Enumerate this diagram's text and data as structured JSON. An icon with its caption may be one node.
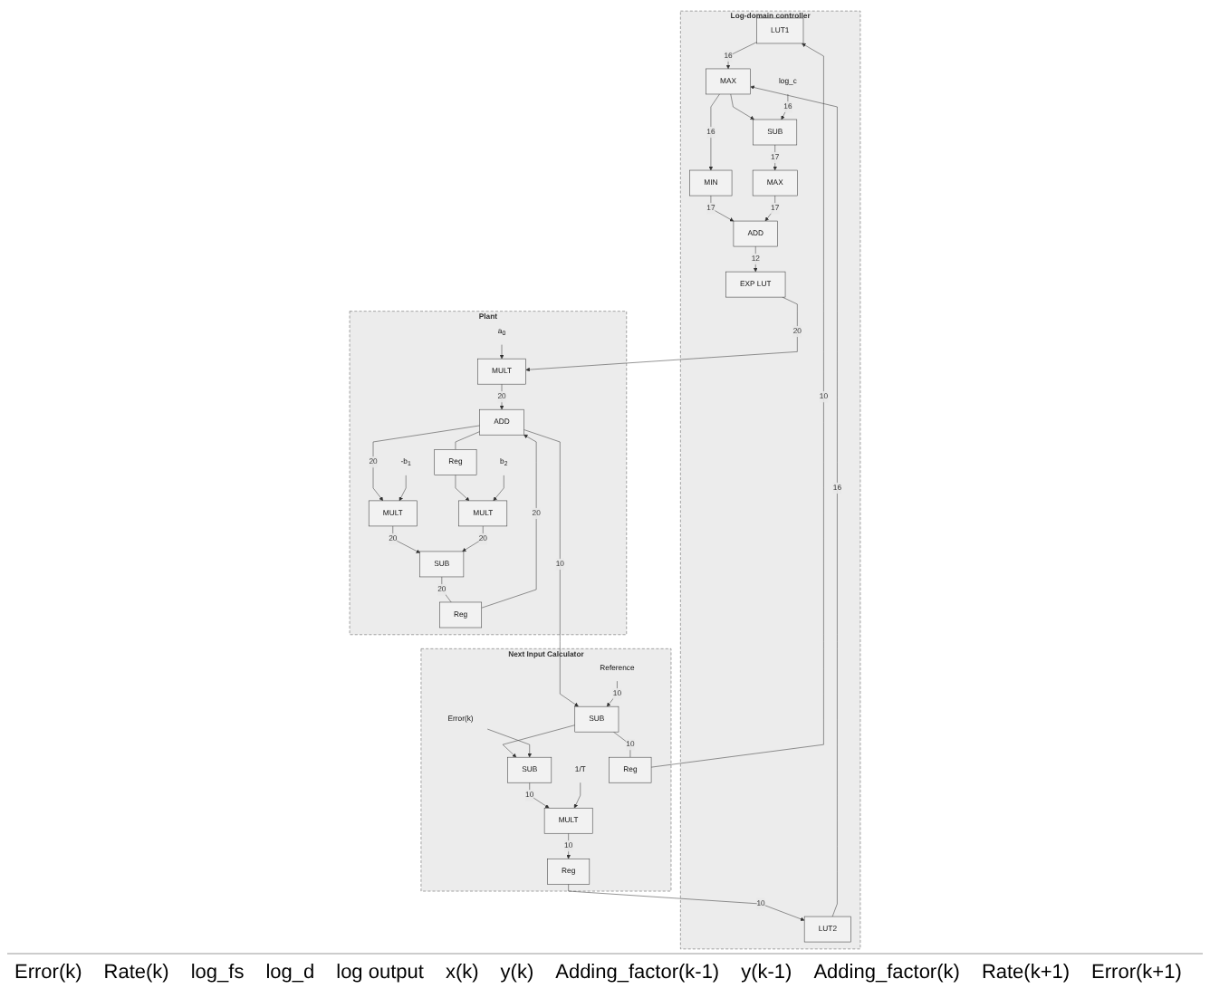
{
  "diagram": {
    "nodes": [
      {
        "text": [
          "Log-domain controller"
        ]
      },
      {
        "text": [
          "LUT1"
        ],
        "in": 0
      },
      {
        "text": [
          "MAX"
        ],
        "in": 0
      },
      {
        "text": [
          "MIN"
        ],
        "in": 0
      },
      {
        "text": [
          "ADD"
        ],
        "in": 0
      },
      {
        "text": [
          "LUT2"
        ],
        "in": 0
      },
      {
        "text": [
          "SUB"
        ],
        "in": 0
      },
      {
        "text": [
          "MAX"
        ],
        "in": 0
      },
      {
        "text": [
          "log_c"
        ],
        "in": 0
      },
      {
        "text": [
          "EXP LUT"
        ],
        "in": 0
      },
      {
        "text": [
          "Plant"
        ]
      },
      {
        "text": [
          "a$_{0}$"
        ],
        "in": 10
      },
      {
        "text": [
          "MULT"
        ],
        "in": 10
      },
      {
        "text": [
          "ADD"
        ],
        "in": 10
      },
      {
        "text": [
          "-b$_{1}$"
        ],
        "in": 10
      },
      {
        "text": [
          "MULT"
        ],
        "in": 10
      },
      {
        "text": [
          "Reg"
        ],
        "in": 10
      },
      {
        "text": [
          "SUB"
        ],
        "in": 10
      },
      {
        "text": [
          "b$_{2}$"
        ],
        "in": 10
      },
      {
        "text": [
          "MULT"
        ],
        "in": 10
      },
      {
        "text": [
          "Reg"
        ],
        "in": 10
      },
      {
        "text": [
          "Next Input Calculator"
        ]
      },
      {
        "text": [
          "1/T"
        ],
        "in": 21
      },
      {
        "text": [
          "Error(k)"
        ],
        "in": 21
      },
      {
        "text": [
          "Reg"
        ],
        "in": 21
      },
      {
        "text": [
          "MULT"
        ],
        "in": 21
      },
      {
        "text": [
          "SUB"
        ],
        "in": 21
      },
      {
        "text": [
          "SUB"
        ],
        "in": 21
      },
      {
        "text": [
          "Reference"
        ],
        "in": 21
      },
      {
        "text": [
          "Reg"
        ],
        "in": 21
      }
    ],
    "edges": [
      {
        "from": 29,
        "to": 1,
        "arrow": "to",
        "label": "10"
      },
      {
        "from": 24,
        "to": 5,
        "arrow": "to",
        "label": "10"
      },
      {
        "from": 1,
        "to": 2,
        "arrow": "to",
        "label": "16"
      },
      {
        "from": 5,
        "to": 2,
        "arrow": "to",
        "label": "16"
      },
      {
        "from": 2,
        "to": 3,
        "arrow": "to",
        "label": "16"
      },
      {
        "from": 2,
        "to": 6,
        "arrow": "to"
      },
      {
        "from": 8,
        "to": 6,
        "arrow": "to",
        "label": "16"
      },
      {
        "from": 3,
        "to": 4,
        "arrow": "to",
        "label": "17"
      },
      {
        "from": 6,
        "to": 7,
        "arrow": "to",
        "label": "17"
      },
      {
        "from": 7,
        "to": 4,
        "arrow": "to",
        "label": "17"
      },
      {
        "from": 4,
        "to": 9,
        "arrow": "to",
        "label": "12"
      },
      {
        "from": 9,
        "to": 12,
        "arrow": "to",
        "label": "20"
      },
      {
        "from": 11,
        "to": 12,
        "arrow": "to"
      },
      {
        "from": 12,
        "to": 13,
        "arrow": "to",
        "label": "20"
      },
      {
        "from": 13,
        "to": 15,
        "arrow": "to",
        "label": "20"
      },
      {
        "from": 13,
        "to": 16,
        "arrow": "none"
      },
      {
        "from": 13,
        "to": 27,
        "arrow": "to",
        "label": "10"
      },
      {
        "from": 14,
        "to": 15,
        "arrow": "to"
      },
      {
        "from": 16,
        "to": 19,
        "arrow": "to"
      },
      {
        "from": 18,
        "to": 19,
        "arrow": "to"
      },
      {
        "from": 15,
        "to": 17,
        "arrow": "to",
        "label": "20"
      },
      {
        "from": 19,
        "to": 17,
        "arrow": "to",
        "label": "20"
      },
      {
        "from": 17,
        "to": 20,
        "arrow": "none",
        "label": "20"
      },
      {
        "from": 20,
        "to": 13,
        "arrow": "to",
        "label": "20"
      },
      {
        "from": 28,
        "to": 27,
        "arrow": "to",
        "label": "10"
      },
      {
        "from": 27,
        "to": 26,
        "arrow": "to"
      },
      {
        "from": 27,
        "to": 29,
        "arrow": "none",
        "label": "10"
      },
      {
        "from": 23,
        "to": 26,
        "arrow": "to"
      },
      {
        "from": 26,
        "to": 25,
        "arrow": "to",
        "label": "10"
      },
      {
        "from": 22,
        "to": 25,
        "arrow": "to"
      },
      {
        "from": 25,
        "to": 24,
        "arrow": "to",
        "label": "10"
      }
    ],
    "labels": [
      "Error(k)",
      "Rate(k)",
      "log_fs",
      "log_d",
      "log output",
      "x(k)",
      "y(k)",
      "Adding_factor(k-1)",
      "y(k-1)",
      "Adding_factor(k)",
      "Rate(k+1)",
      "Error(k+1)"
    ]
  }
}
